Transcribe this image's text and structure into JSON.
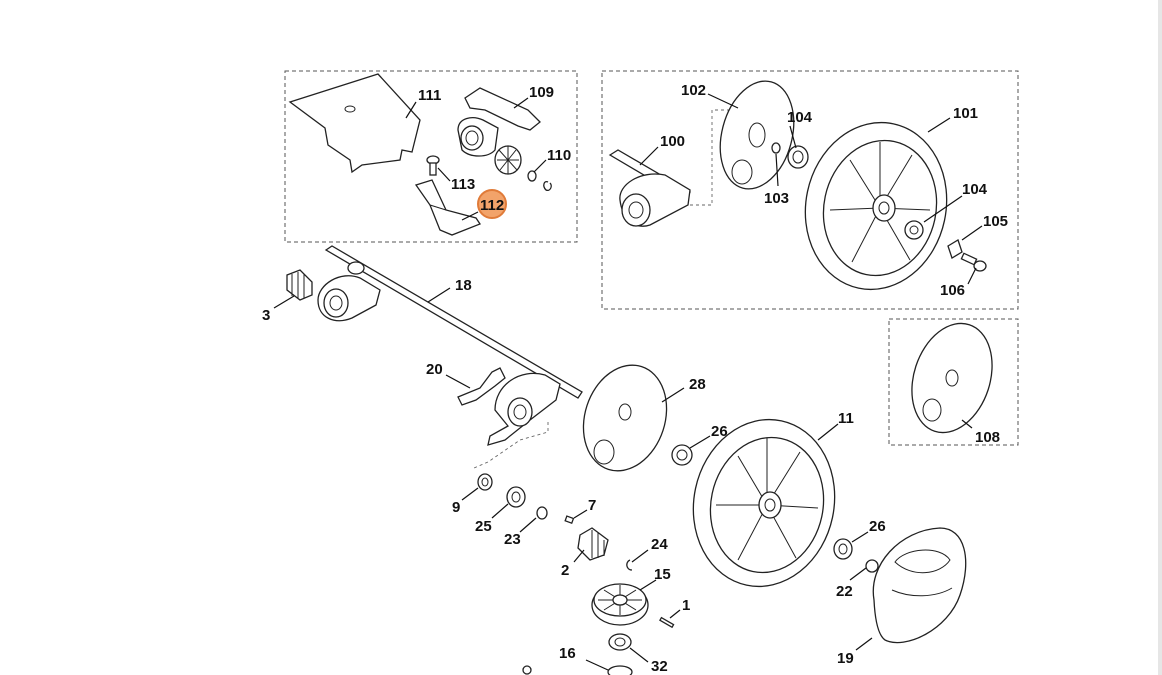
{
  "diagram": {
    "highlight_color": "#f2a36a",
    "highlight_stroke": "#e07b39",
    "callouts": {
      "c111": "111",
      "c109": "109",
      "c110": "110",
      "c113": "113",
      "c112": "112",
      "c102": "102",
      "c104a": "104",
      "c101": "101",
      "c100": "100",
      "c103": "103",
      "c104b": "104",
      "c105": "105",
      "c106": "106",
      "c18": "18",
      "c3": "3",
      "c20": "20",
      "c28": "28",
      "c26a": "26",
      "c11": "11",
      "c108": "108",
      "c9": "9",
      "c25": "25",
      "c23": "23",
      "c7": "7",
      "c2": "2",
      "c24": "24",
      "c15": "15",
      "c1": "1",
      "c26b": "26",
      "c22": "22",
      "c19": "19",
      "c16": "16",
      "c32": "32"
    }
  }
}
